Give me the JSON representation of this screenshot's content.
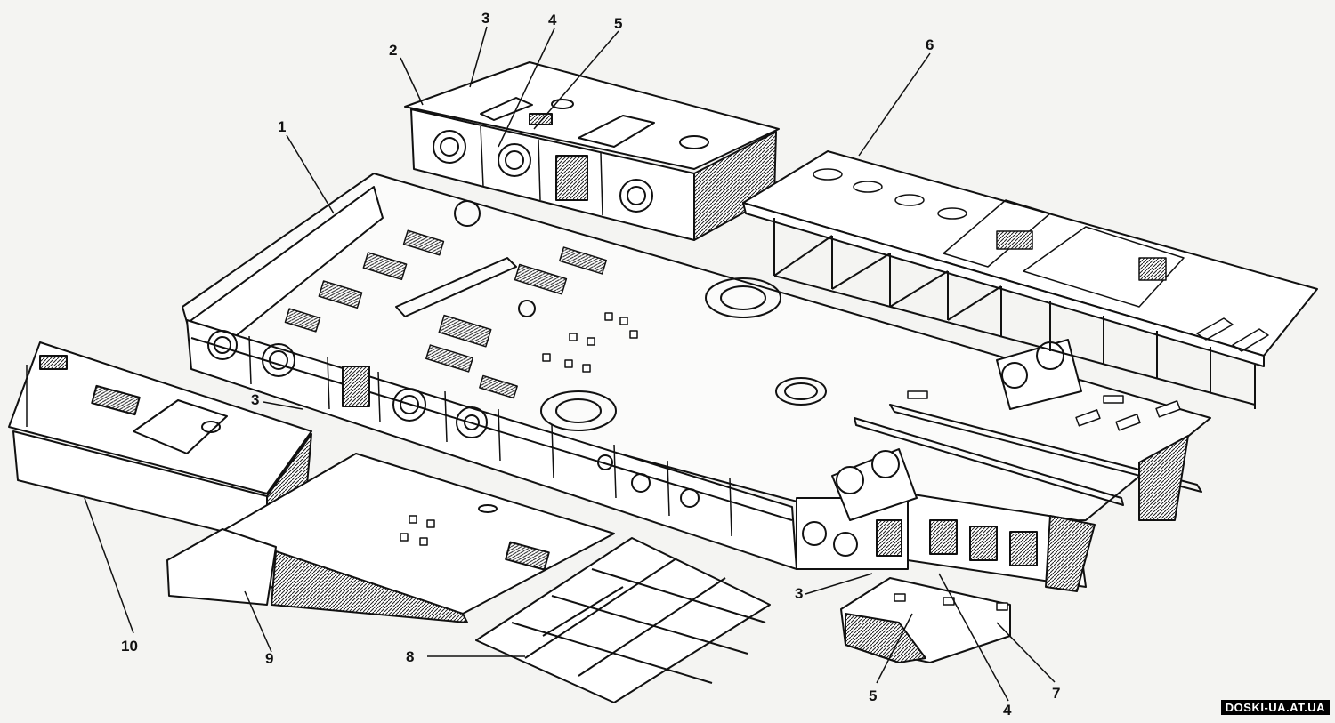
{
  "callouts": {
    "c1": "1",
    "c2": "2",
    "c3a": "3",
    "c3b": "3",
    "c3c": "3",
    "c4a": "4",
    "c4b": "4",
    "c5a": "5",
    "c5b": "5",
    "c6": "6",
    "c7": "7",
    "c8": "8",
    "c9": "9",
    "c10": "10"
  },
  "watermark": "DOSKI-UA.AT.UA"
}
